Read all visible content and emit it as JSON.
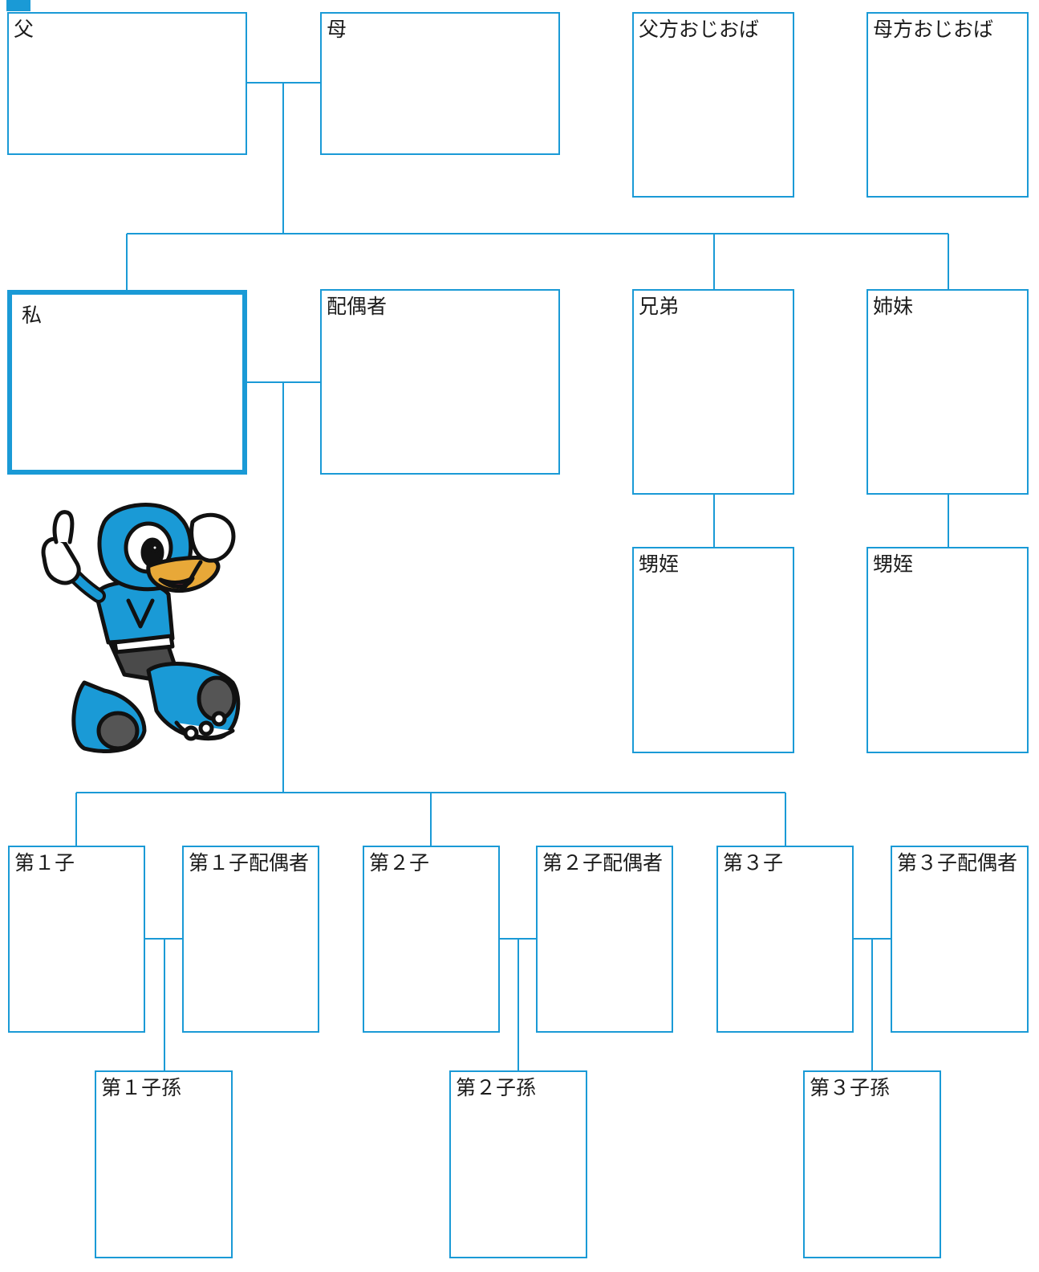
{
  "header": {
    "text": ""
  },
  "colors": {
    "accent": "#1a9ad6",
    "text": "#1b1b1b"
  },
  "boxes": {
    "father": "父",
    "mother": "母",
    "paternal_uncle_aunt": "父方おじおば",
    "maternal_uncle_aunt": "母方おじおば",
    "me": "私",
    "spouse": "配偶者",
    "brothers": "兄弟",
    "sisters": "姉妹",
    "nephew_niece_1": "甥姪",
    "nephew_niece_2": "甥姪",
    "child1": "第１子",
    "child1_spouse": "第１子配偶者",
    "child2": "第２子",
    "child2_spouse": "第２子配偶者",
    "child3": "第３子",
    "child3_spouse": "第３子配偶者",
    "grandchild1": "第１子孫",
    "grandchild2": "第２子孫",
    "grandchild3": "第３子孫"
  },
  "mascot": {
    "icon": "mascot-character-icon"
  }
}
